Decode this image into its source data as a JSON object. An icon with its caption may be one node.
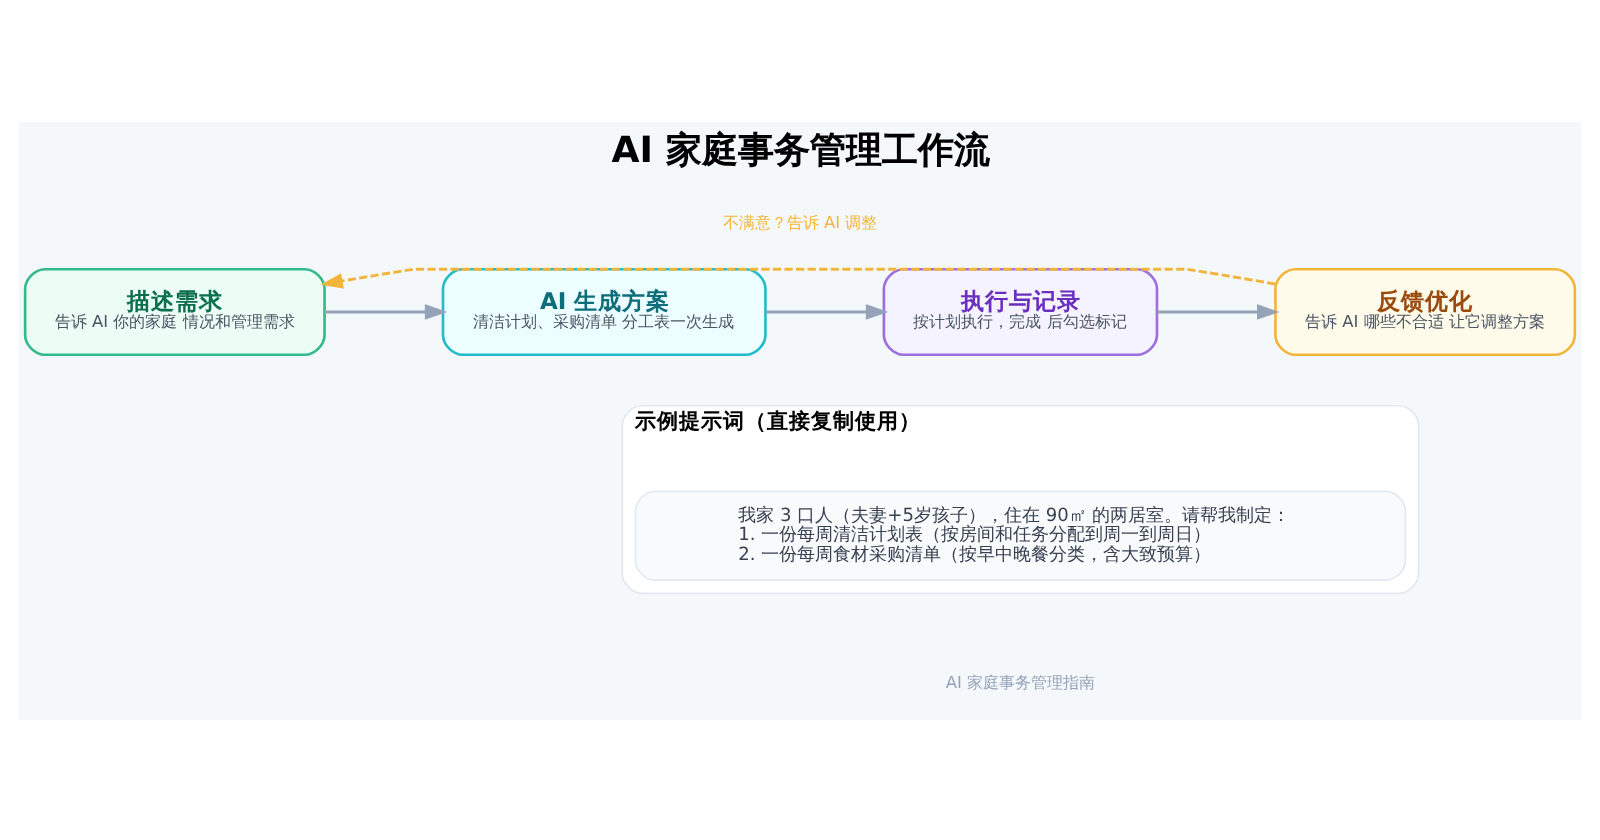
{
  "diagram": {
    "title": "AI 家庭事务管理工作流",
    "nodes": [
      {
        "text": [
          "描述需求",
          "告诉 AI 你的家庭 情况和管理需求"
        ]
      },
      {
        "text": [
          "AI 生成方案",
          "清洁计划、采购清单 分工表一次生成"
        ]
      },
      {
        "text": [
          "执行与记录",
          "按计划执行，完成 后勾选标记"
        ]
      },
      {
        "text": [
          "反馈优化",
          "告诉 AI 哪些不合适 让它调整方案"
        ]
      },
      {
        "text": [
          "示例提示词（直接复制使用）"
        ]
      },
      {
        "text": [
          "我家 3 口人（夫妻+5岁孩子），住在 90㎡ 的两居室。请帮我制定：",
          "1. 一份每周清洁计划表（按房间和任务分配到周一到周日）",
          "2. 一份每周食材采购清单（按早中晚餐分类，含大致预算）"
        ],
        "in": 4
      }
    ],
    "edges": [
      {
        "from": 0,
        "to": 1,
        "arrow": "to"
      },
      {
        "from": 1,
        "to": 2,
        "arrow": "to"
      },
      {
        "from": 2,
        "to": 3,
        "arrow": "to"
      },
      {
        "from": 3,
        "to": 0,
        "arrow": "to",
        "label": "不满意？告诉 AI 调整",
        "style": "dashed",
        "color": "#f2b53c"
      }
    ],
    "labels": [
      "AI 家庭事务管理指南"
    ]
  }
}
